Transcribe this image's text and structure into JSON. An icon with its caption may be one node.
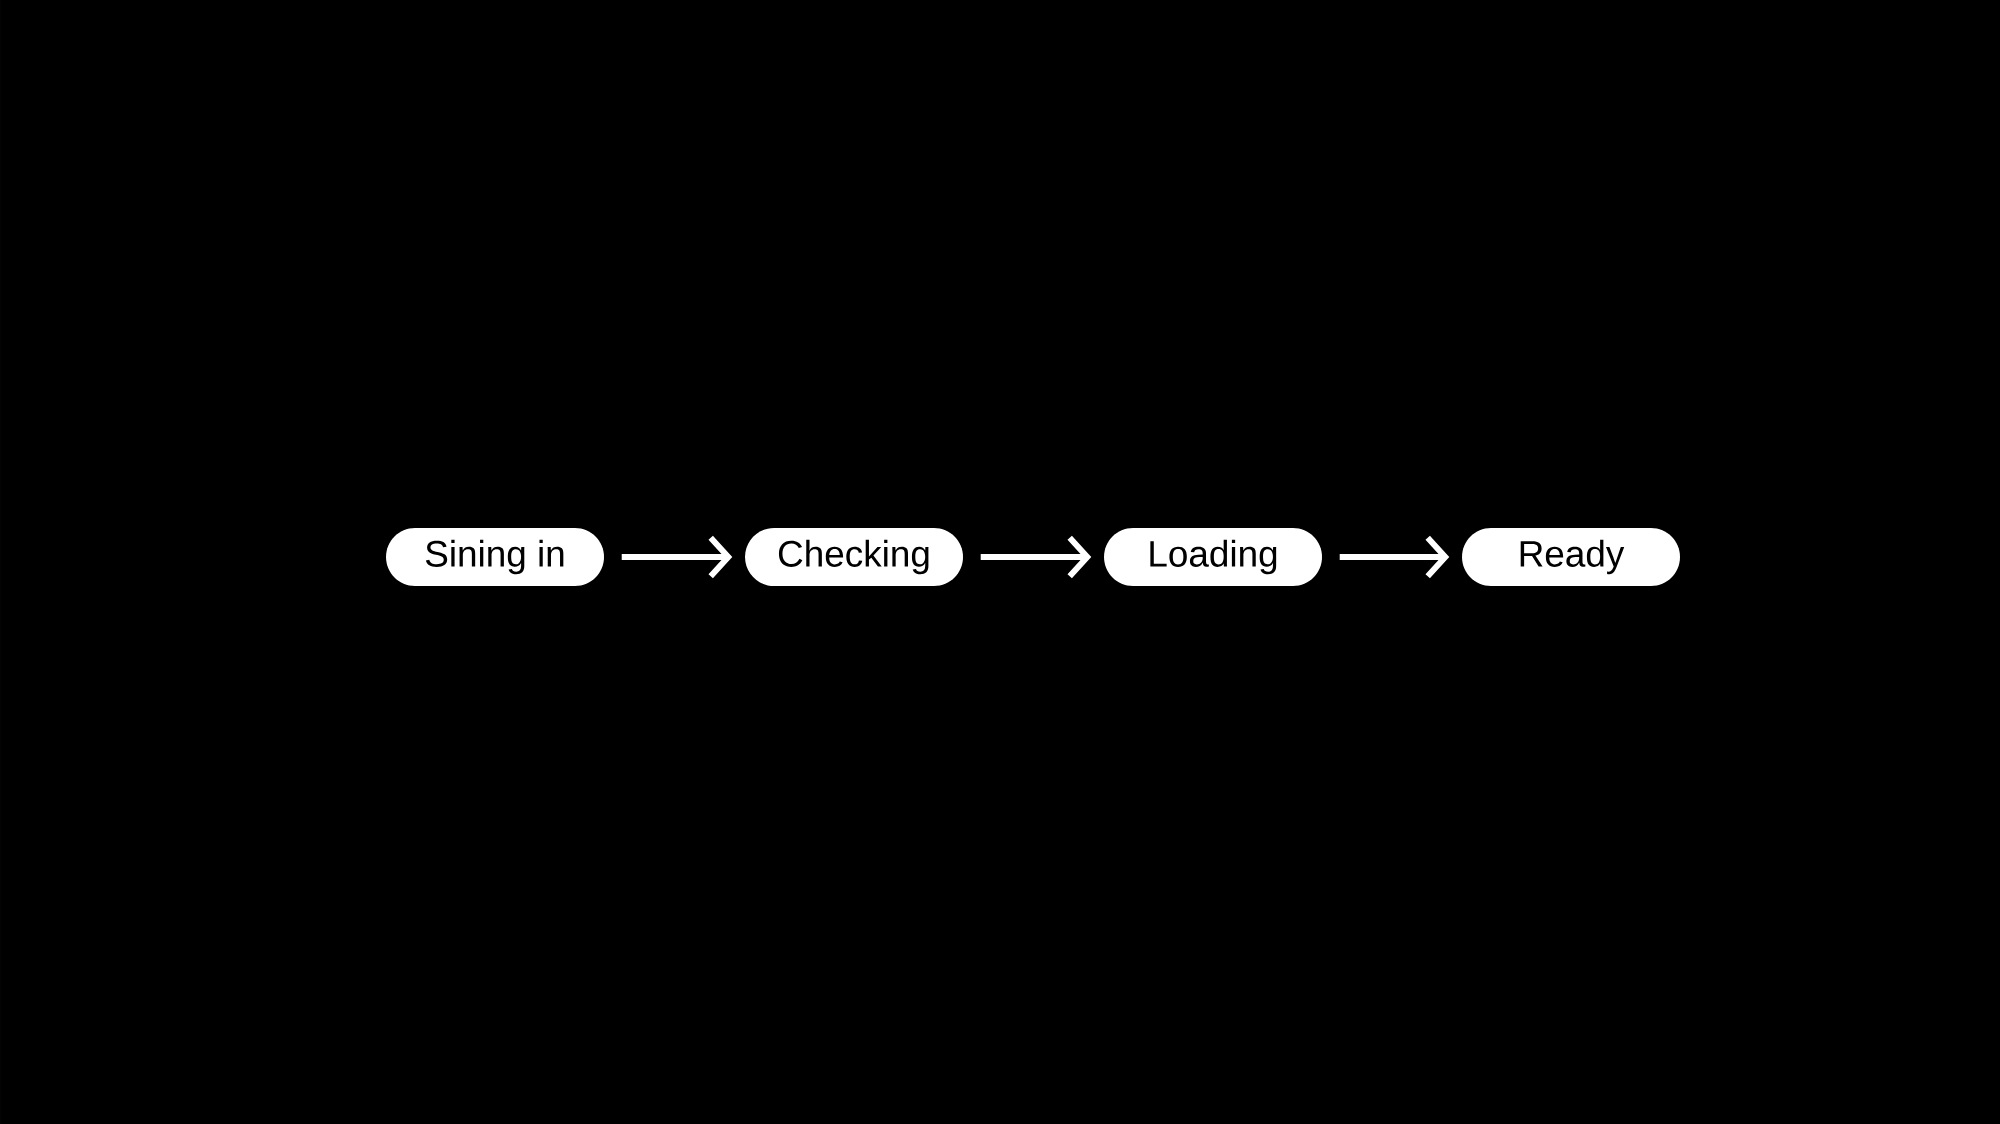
{
  "diagram": {
    "nodes": [
      {
        "text": [
          "Sining in"
        ]
      },
      {
        "text": [
          "Checking"
        ]
      },
      {
        "text": [
          "Loading"
        ]
      },
      {
        "text": [
          "Ready"
        ]
      }
    ],
    "edges": [
      {
        "from": 0,
        "to": 1,
        "arrow": "to"
      },
      {
        "from": 1,
        "to": 2,
        "arrow": "to"
      },
      {
        "from": 2,
        "to": 3,
        "arrow": "to"
      }
    ]
  }
}
